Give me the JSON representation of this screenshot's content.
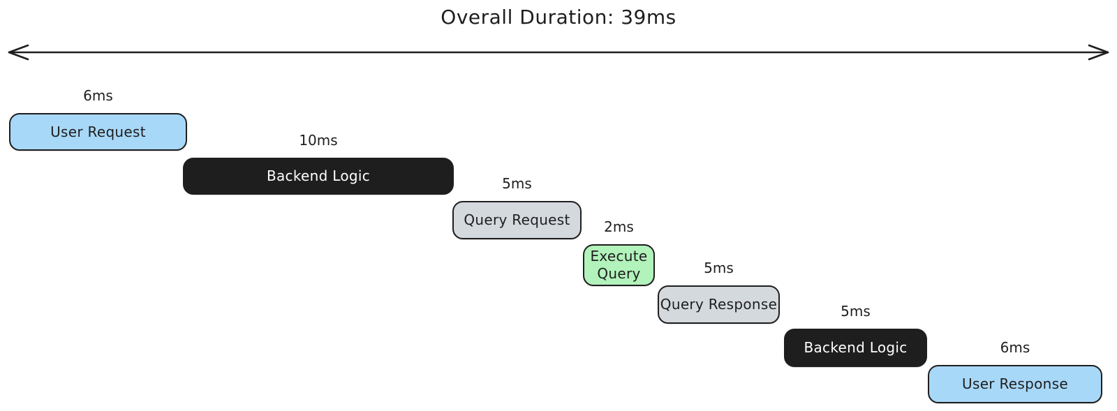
{
  "title": "Overall Duration: 39ms",
  "arrow": {
    "name": "overall-duration-span-arrow",
    "style": "double-headed"
  },
  "colors": {
    "background": "#ffffff",
    "stroke": "#1e1e1e",
    "blue": "#a8d8f8",
    "dark": "#1e1e1e",
    "gray": "#d4d9de",
    "green": "#b2f2bb",
    "text_dark": "#1e1e1e",
    "text_light": "#ffffff"
  },
  "chart_data": {
    "type": "bar",
    "subtype": "waterfall-timeline",
    "title": "Overall Duration: 39ms",
    "total_ms": 39,
    "unit": "ms",
    "categories": [
      "User Request",
      "Backend Logic",
      "Query Request",
      "Execute Query",
      "Query Response",
      "Backend Logic",
      "User Response"
    ],
    "values": [
      6,
      10,
      5,
      2,
      5,
      5,
      6
    ]
  },
  "steps": [
    {
      "label": "User Request",
      "duration": "6ms",
      "color_key": "blue"
    },
    {
      "label": "Backend Logic",
      "duration": "10ms",
      "color_key": "dark"
    },
    {
      "label": "Query Request",
      "duration": "5ms",
      "color_key": "gray"
    },
    {
      "label": "Execute Query",
      "duration": "2ms",
      "color_key": "green"
    },
    {
      "label": "Query Response",
      "duration": "5ms",
      "color_key": "gray"
    },
    {
      "label": "Backend Logic",
      "duration": "5ms",
      "color_key": "dark"
    },
    {
      "label": "User Response",
      "duration": "6ms",
      "color_key": "blue"
    }
  ]
}
